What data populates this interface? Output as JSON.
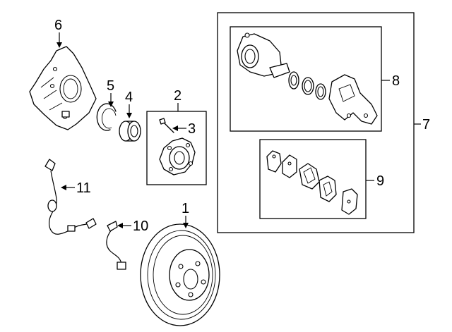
{
  "callouts": [
    {
      "id": "1",
      "label": "1"
    },
    {
      "id": "2",
      "label": "2"
    },
    {
      "id": "3",
      "label": "3"
    },
    {
      "id": "4",
      "label": "4"
    },
    {
      "id": "5",
      "label": "5"
    },
    {
      "id": "6",
      "label": "6"
    },
    {
      "id": "7",
      "label": "7"
    },
    {
      "id": "8",
      "label": "8"
    },
    {
      "id": "9",
      "label": "9"
    },
    {
      "id": "10",
      "label": "10"
    },
    {
      "id": "11",
      "label": "11"
    }
  ],
  "colors": {
    "line": "#000000",
    "background": "#ffffff"
  },
  "icons": [
    "dust-shield-icon",
    "snap-ring-icon",
    "wheel-bearing-icon",
    "hub-assembly-icon",
    "wheel-stud-icon",
    "brake-caliper-icon",
    "brake-pad-icon",
    "brake-hose-icon",
    "abs-sensor-icon",
    "brake-rotor-icon"
  ]
}
